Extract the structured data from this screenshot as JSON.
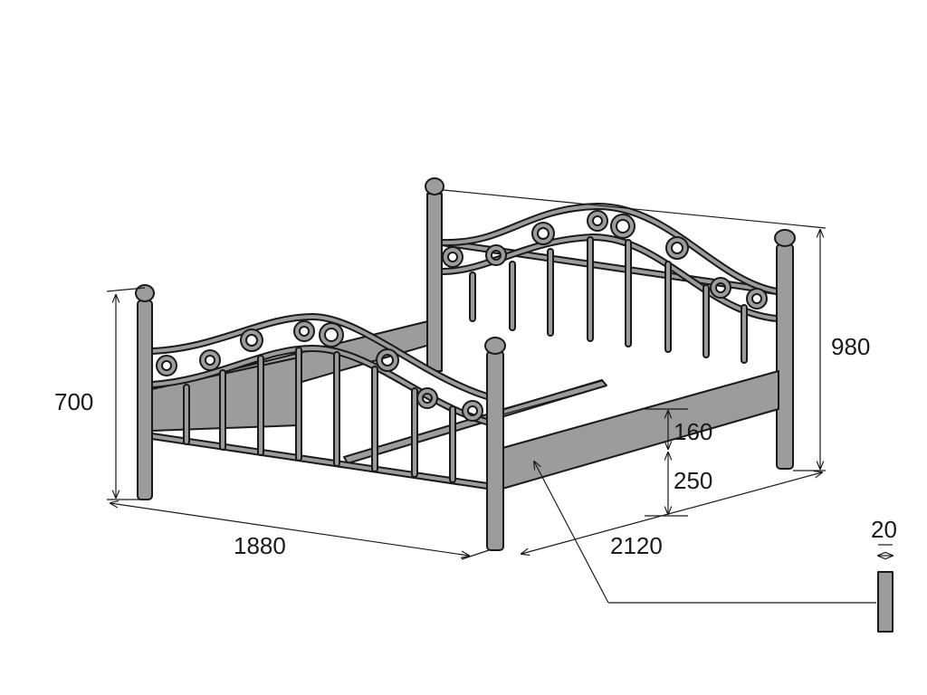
{
  "dimensions": {
    "footboard_height": "700",
    "headboard_height": "980",
    "width": "1880",
    "length": "2120",
    "side_rail_height": "160",
    "clearance_under_rail": "250",
    "profile_thickness": "20"
  },
  "colors": {
    "frame_fill": "#9c9c9c",
    "outline": "#1a1a1a",
    "background": "#ffffff"
  }
}
